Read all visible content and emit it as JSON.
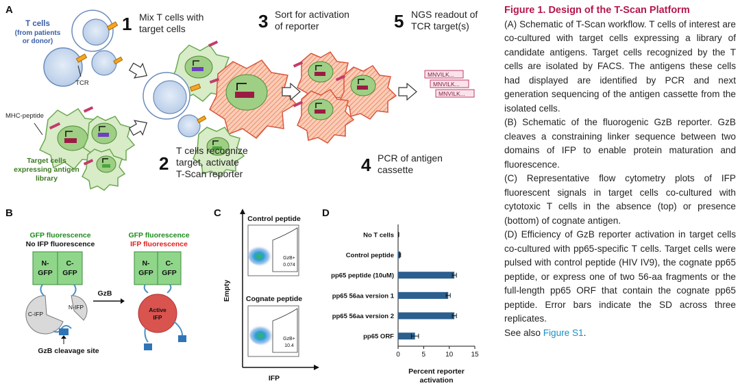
{
  "panel_a": {
    "letter": "A",
    "t_cells_label": [
      "T cells",
      "(from patients",
      "or donor)"
    ],
    "tcr_label": "TCR",
    "mhc_label": "MHC-peptide",
    "target_label": [
      "Target cells",
      "expressing antigen",
      "library"
    ],
    "steps": [
      {
        "num": "1",
        "text": [
          "Mix T cells with",
          "target cells"
        ]
      },
      {
        "num": "2",
        "text": [
          "T cells recognize",
          "target, activate",
          "T-Scan reporter"
        ]
      },
      {
        "num": "3",
        "text": [
          "Sort for activation",
          "of reporter"
        ]
      },
      {
        "num": "4",
        "text": [
          "PCR of antigen",
          "cassette"
        ]
      },
      {
        "num": "5",
        "text": [
          "NGS readout of",
          "TCR target(s)"
        ]
      }
    ],
    "reads": [
      "MNVILK...",
      "MNVILK...",
      "MNVILK..."
    ]
  },
  "panel_b": {
    "letter": "B",
    "left_gfp": "GFP fluorescence",
    "left_ifp": "No IFP fluorescence",
    "right_gfp": "GFP fluorescence",
    "right_ifp": "IFP fluorescence",
    "ngfp": [
      "N-",
      "GFP"
    ],
    "cgfp": [
      "C-",
      "GFP"
    ],
    "cifp": "C-IFP",
    "nifp": "N-IFP",
    "active_ifp": [
      "Active",
      "IFP"
    ],
    "gzb": "GzB",
    "cleavage": "GzB cleavage site",
    "colors": {
      "gfp_box": "#8fd68a",
      "gfp_text": "#1e8c1e",
      "ifp_text": "#e0201f",
      "active_ifp": "#d9534f",
      "linker": "#2e75b6"
    }
  },
  "panel_c": {
    "letter": "C",
    "top_title": "Control peptide",
    "bottom_title": "Cognate peptide",
    "top_gate": [
      "GzB+",
      "0.074"
    ],
    "bottom_gate": [
      "GzB+",
      "10.4"
    ],
    "ylabel": "Empty",
    "xlabel": "IFP"
  },
  "chart_data": {
    "type": "bar",
    "orientation": "horizontal",
    "categories": [
      "No T cells",
      "Control peptide",
      "pp65 peptide (10uM)",
      "pp65 56aa version 1",
      "pp65 56aa version 2",
      "pp65 ORF"
    ],
    "values": [
      0.1,
      0.4,
      11.0,
      9.8,
      11.0,
      3.3
    ],
    "errors": [
      0.05,
      0.1,
      0.4,
      0.4,
      0.4,
      0.7
    ],
    "xlabel": "Percent reporter activation",
    "xlim": [
      0,
      15
    ],
    "xticks": [
      "0",
      "5",
      "10",
      "15"
    ],
    "bar_color": "#2c5f8e"
  },
  "panel_d": {
    "letter": "D",
    "xlabel_lines": [
      "Percent reporter",
      "activation"
    ]
  },
  "caption": {
    "title": "Figure 1.  Design of the T-Scan Platform",
    "paragraphs": [
      "(A) Schematic of T-Scan workflow. T cells of interest are co-cultured with target cells expressing a library of candidate antigens. Target cells recognized by the T cells are isolated by FACS. The antigens these cells had displayed are identified by PCR and next generation sequencing of the antigen cassette from the isolated cells.",
      "(B) Schematic of the fluorogenic GzB reporter. GzB cleaves a constraining linker sequence between two domains of IFP to enable protein maturation and fluorescence.",
      "(C) Representative flow cytometry plots of IFP fluorescent signals in target cells co-cultured with cytotoxic T cells in the absence (top) or presence (bottom) of cognate antigen.",
      "(D) Efficiency of GzB reporter activation in target cells co-cultured with pp65-specific T cells. Target cells were pulsed with control peptide (HIV IV9), the cognate pp65 peptide, or express one of two 56-aa fragments or the full-length pp65 ORF that contain the cognate pp65 peptide. Error bars indicate the SD across three replicates."
    ],
    "see_also": "See also ",
    "link": "Figure S1",
    "period": "."
  }
}
